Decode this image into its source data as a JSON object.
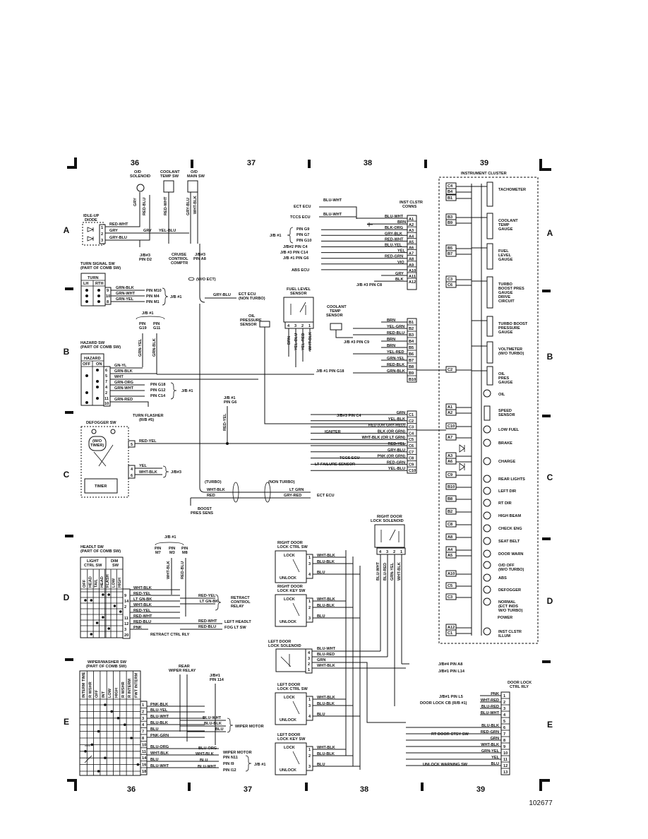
{
  "grid": {
    "columns": [
      "36",
      "37",
      "38",
      "39"
    ],
    "rows": [
      "A",
      "B",
      "C",
      "D",
      "E"
    ]
  },
  "document_number": "102677",
  "idle_up": {
    "title": [
      "IDLE-UP",
      "DIODE"
    ],
    "wires": [
      "RED-WHT",
      "GRY",
      "GRY-BLU"
    ],
    "pins": [
      "1",
      "2",
      "3"
    ],
    "mid_wire": [
      "GRY",
      "YEL-BLU"
    ],
    "os_solenoid": [
      "O/D",
      "SOLENOID"
    ],
    "coolant_sw": [
      "COOLANT",
      "TEMP SW"
    ],
    "main_sw": [
      "O/D",
      "MAIN SW"
    ],
    "v_wires": [
      "GRY",
      "RED-BLU",
      "RED-WHT",
      "GRY-BLU",
      "WHT-BLK"
    ],
    "jb_d2": [
      "J/B#3",
      "PIN D2"
    ],
    "cruise": [
      "CRUISE",
      "CONTROL",
      "COMPTR"
    ],
    "jb_a8": [
      "J/B#3",
      "PIN A8"
    ],
    "wo_ect": "(W/O ECT)",
    "ecu_line": [
      "GRY-BLU",
      "ECT ECU",
      "(NON TURBO)"
    ]
  },
  "turn_signal": {
    "title": [
      "TURN SIGNAL SW",
      "(PART OF COMB SW)"
    ],
    "header": [
      "TURN",
      "LH",
      "RTH"
    ],
    "pins": [
      "9",
      "10",
      "8"
    ],
    "wires": [
      "GRN-BLK",
      "GRN-WHT",
      "GRN-YEL"
    ],
    "jb_pins": [
      "PIN M10",
      "PIN M4",
      "PIN M1"
    ],
    "jb": "J/B #1"
  },
  "hazard": {
    "title": [
      "HAZARD SW",
      "(PART OF COMB SW)"
    ],
    "header": [
      "HAZARD",
      "OFF",
      "ON"
    ],
    "top": [
      "J/B #1",
      "PIN",
      "G19",
      "PIN",
      "G11"
    ],
    "v_wires": [
      "GRN-YEL",
      "GRN-BLK"
    ],
    "pins": [
      "6",
      "5",
      "7",
      "4",
      "2",
      "11",
      "10"
    ],
    "wires": [
      "GN-YL",
      "GRN-BLK",
      "WHT",
      "GRN-ORG",
      "GRN-WHT",
      "GRN-RED"
    ],
    "jb_pins": [
      "PIN G18",
      "PIN G12",
      "PIN C14"
    ],
    "jb": "J/B #1",
    "flasher": [
      "TURN FLASHER",
      "(R/B #5)"
    ]
  },
  "defogger": {
    "title": "DEFOGGER SW",
    "wo_timer": [
      "(W/O",
      "TIMER)"
    ],
    "timer": "TIMER",
    "pins": [
      "5",
      "4",
      "6"
    ],
    "wires": [
      "RED-YEL",
      "YEL",
      "WHT-BLK"
    ],
    "jb": "J/B#3"
  },
  "center": {
    "oil_sensor": [
      "OIL",
      "PRESSURE",
      "SENSOR"
    ],
    "jb_g6": [
      "J/B #1",
      "PIN G6"
    ],
    "red_yel": "RED-YEL",
    "turbo": "(TURBO)",
    "non_turbo": "(NON TURBO)",
    "boost_wires": [
      "WHT-BLK",
      "RED",
      "LT GRN",
      "GRY-RED"
    ],
    "ect_ecu": "ECT ECU",
    "boost_sens": [
      "BOOST",
      "PRES SENS"
    ]
  },
  "connector_a": {
    "title": [
      "INST CLSTR",
      "CONNS"
    ],
    "left_labels": [
      "ECT ECU",
      "TCCS ECU",
      "PIN G9",
      "PIN G7",
      "PIN G10",
      "J/B#2 PIN C4",
      "J/B #3 PIN C14",
      "J/B #1 PIN G6",
      "ABS ECU"
    ],
    "jb_group": "J/B #1",
    "top_wires": [
      "BLU-WHT",
      "BLU-WHT"
    ],
    "wires": [
      "BLU-WHT",
      "BRN",
      "BLK-ORG",
      "GRY-BLK",
      "RED-WHT",
      "BLU-YEL",
      "YEL",
      "RED-GRN",
      "VIO",
      "",
      "GRY",
      "",
      "BLK"
    ],
    "pins": [
      "A1",
      "A2",
      "A3",
      "A4",
      "A5",
      "A6",
      "A7",
      "A8",
      "A9",
      "A10",
      "A11",
      "A12"
    ],
    "jb_c8": "J/B #3 PIN C8"
  },
  "fuel_level": {
    "title": [
      "FUEL LEVEL",
      "SENSOR"
    ],
    "pins": [
      "4",
      "3",
      "2",
      "1"
    ],
    "wires": [
      "BRN",
      "YEL-BLU",
      "YEL-RED",
      "WHT-BLK"
    ]
  },
  "coolant_sensor": [
    "COOLANT",
    "TEMP",
    "SENSOR"
  ],
  "connector_b": {
    "wires": [
      "BRN",
      "YEL-GRN",
      "RED-BLU",
      "BRN",
      "BRN",
      "YEL-RED",
      "GRN-YEL",
      "RED-BLK",
      "GRN-BLK"
    ],
    "pins": [
      "B1",
      "B2",
      "B3",
      "B4",
      "B5",
      "B6",
      "B7",
      "B8",
      "B9",
      "B10"
    ],
    "jb_c9": "J/B #3 PIN C9",
    "jb_g18": "J/B #1 PIN G18"
  },
  "connector_c": {
    "left_labels": [
      "J/B#3 PIN C4",
      "IGNITER",
      "TCCS ECU",
      "LT FAILURE SENSOR"
    ],
    "wires": [
      "GRN",
      "YEL-BLK",
      "RED (OR GRY-RED)",
      "BLK (OR GRN)",
      "WHT-BLK (OR LT GRN)",
      "RED-YEL",
      "GRY-BLU",
      "PNK (OR GRN)",
      "RED-GRN",
      "YEL-BLU"
    ],
    "pins": [
      "C1",
      "C2",
      "C3",
      "C4",
      "C5",
      "C6",
      "C7",
      "C8",
      "C9",
      "C10"
    ]
  },
  "cluster": {
    "title": "INSTRUMENT CLUSTER",
    "left_pins": [
      "C4",
      "B4",
      "B1",
      "B3",
      "B9",
      "B5",
      "B7",
      "C3",
      "C6",
      "C2",
      "A1",
      "A2",
      "C10",
      "A7",
      "A3",
      "A6",
      "C9",
      "B10",
      "B8",
      "B2",
      "C8",
      "A8",
      "A4",
      "A5",
      "A10",
      "C5",
      "C3",
      "A12",
      "C1"
    ],
    "gauges": [
      "TACHOMETER",
      "COOLANT\nTEMP\nGAUGE",
      "FUEL\nLEVEL\nGAUGE",
      "TURBO\nBOOST PRES\nGAUGE\nDRIVE\nCIRCUIT",
      "TURBO BOOST\nPRESSURE\nGAUGE",
      "VOLTMETER\n(W/O TURBO)",
      "OIL\nPRES\nGAUGE"
    ],
    "oil": "OIL",
    "speed": [
      "SPEED",
      "SENSOR"
    ],
    "lamps": [
      "LOW FUEL",
      "BRAKE",
      "CHARGE",
      "REAR LIGHTS",
      "LEFT DIR",
      "RT DIR",
      "HIGH BEAM",
      "CHECK ENG",
      "SEAT BELT",
      "DOOR WARN",
      "O/D OFF\n(W/O TURBO)",
      "ABS",
      "DEFOGGER",
      "NORMAL\n(ECT INDS\nW/O TURBO)",
      "INST CLSTR\nILLUM"
    ],
    "power": "POWER"
  },
  "headlight": {
    "title": [
      "HEADLT SW",
      "(PART OF COMB SW)"
    ],
    "light": [
      "LIGHT",
      "CTRL SW"
    ],
    "dim": [
      "DIM",
      "SW"
    ],
    "cols": [
      "OFF",
      "HEAD",
      "TAIL",
      "HEAD",
      "FLASH",
      "LOW",
      "HIGH"
    ],
    "jb_title": "J/B #1",
    "jb_pins": [
      [
        "PIN",
        "M7"
      ],
      [
        "PIN",
        "M3"
      ],
      [
        "PIN",
        "M8"
      ]
    ],
    "v_wires": [
      "WHT-BLK",
      "RED-BLU"
    ],
    "pins": [
      "9",
      "14",
      "2",
      "11",
      "12",
      "3",
      "20"
    ],
    "wires": [
      "WHT-BLK",
      "RED-YEL",
      "LT GN-BK",
      "WHT-BLK",
      "RED-YEL",
      "RED-WHT",
      "RED-BLU",
      "PNK"
    ],
    "right_wires": [
      "RED-YEL",
      "LT GN-BK",
      "RED-WHT",
      "RED-BLU"
    ],
    "retract": [
      "RETRACT",
      "CONTROL",
      "RELAY"
    ],
    "left_headlt": "LEFT HEADLT",
    "fog": "FOG LT SW",
    "retract_rly": "RETRACT CTRL RLY"
  },
  "door": {
    "right_solenoid": [
      "RIGHT DOOR",
      "LOCK SOLENOID"
    ],
    "sol_pins": [
      "4",
      "3",
      "2",
      "1"
    ],
    "sol_wires": [
      "BLU-WHT",
      "BLU-RED",
      "GRN-YEL",
      "WHT-BLK"
    ],
    "ctrl_sw": [
      "RIGHT DOOR",
      "LOCK CTRL SW"
    ],
    "ctrl_wires": [
      "WHT-BLK",
      "BLU-BLK",
      "BLU"
    ],
    "key_sw": [
      "RIGHT DOOR",
      "LOCK KEY SW"
    ],
    "key_wires": [
      "WHT-BLK",
      "BLU-BLK",
      "BLU"
    ],
    "left_solenoid": [
      "LEFT DOOR",
      "LOCK SOLENOID"
    ],
    "lsol_wires": [
      "BLU-WHT",
      "BLU-RED",
      "GRN",
      "WHT-BLK"
    ],
    "jb_a8": "J/B#4 PIN A8",
    "jb_l14": "J/B#1 PIN L14",
    "lctrl_sw": [
      "LEFT DOOR",
      "LOCK CTRL SW"
    ],
    "lctrl_wires": [
      "WHT-BLK",
      "BLU-BLK",
      "BLU"
    ],
    "lkey_sw": [
      "LEFT DOOR",
      "LOCK KEY SW"
    ],
    "lkey_wires": [
      "WHT-BLK",
      "BLU-BLK",
      "BLU"
    ],
    "lock": "LOCK",
    "unlock": "UNLOCK",
    "lock_pins": [
      "1",
      "3",
      "4"
    ],
    "key_pins": [
      "1",
      "2",
      "3"
    ]
  },
  "door_relay": {
    "title": [
      "DOOR LOCK",
      "CTRL RLY"
    ],
    "left_labels": [
      "J/B#1 PIN L5",
      "DOOR LOCK CB (R/B #1)",
      "RT DOOR CTSY SW",
      "UNLOCK WARNING SW"
    ],
    "wires": [
      "PNK",
      "WHT-RED",
      "BLU-RED",
      "BLU-WHT",
      "BLU-BLK",
      "RED-GRN",
      "GRN",
      "WHT-BLK",
      "GRN-YEL",
      "YEL",
      "BLU"
    ],
    "pins": [
      "1",
      "2",
      "3",
      "4",
      "5",
      "6",
      "7",
      "8",
      "9",
      "10",
      "11",
      "12",
      "13"
    ]
  },
  "wiper": {
    "title": [
      "WIPER/WASHER SW",
      "(PART OF COMB SW)"
    ],
    "cols": [
      "INTERM TIME",
      "R WSHR",
      "OFF",
      "INT",
      "LOW",
      "HIGH",
      "R WSHR",
      "R INTERM",
      "FWT INTERM"
    ],
    "rear_relay": [
      "REAR",
      "WIPER RELAY"
    ],
    "jb_top": [
      "J/B#1",
      "PIN 114"
    ],
    "pins": [
      "1",
      "2",
      "3",
      "4",
      "7",
      "8",
      "10",
      "11",
      "14",
      "16",
      "18"
    ],
    "wires": [
      "PNK-BLK",
      "BLU-YEL",
      "BLU-WHT",
      "BLU-BLK",
      "BLU",
      "PNK-GRN",
      "BLU-ORG",
      "WHT-BLK",
      "BLU",
      "BLU-WHT"
    ],
    "right_wires": [
      "BLU-WHT",
      "BLU-BLK",
      "BLU"
    ],
    "motor": "WIPER MOTOR",
    "wm_pins": [
      "WIPER MOTOR",
      "PIN N11",
      "PIN I9",
      "PIN I12"
    ],
    "low_wires": [
      "BLU-ORG",
      "WHT-BLK",
      "BLU",
      "BLU-WHT"
    ],
    "jb": "J/B #1"
  }
}
